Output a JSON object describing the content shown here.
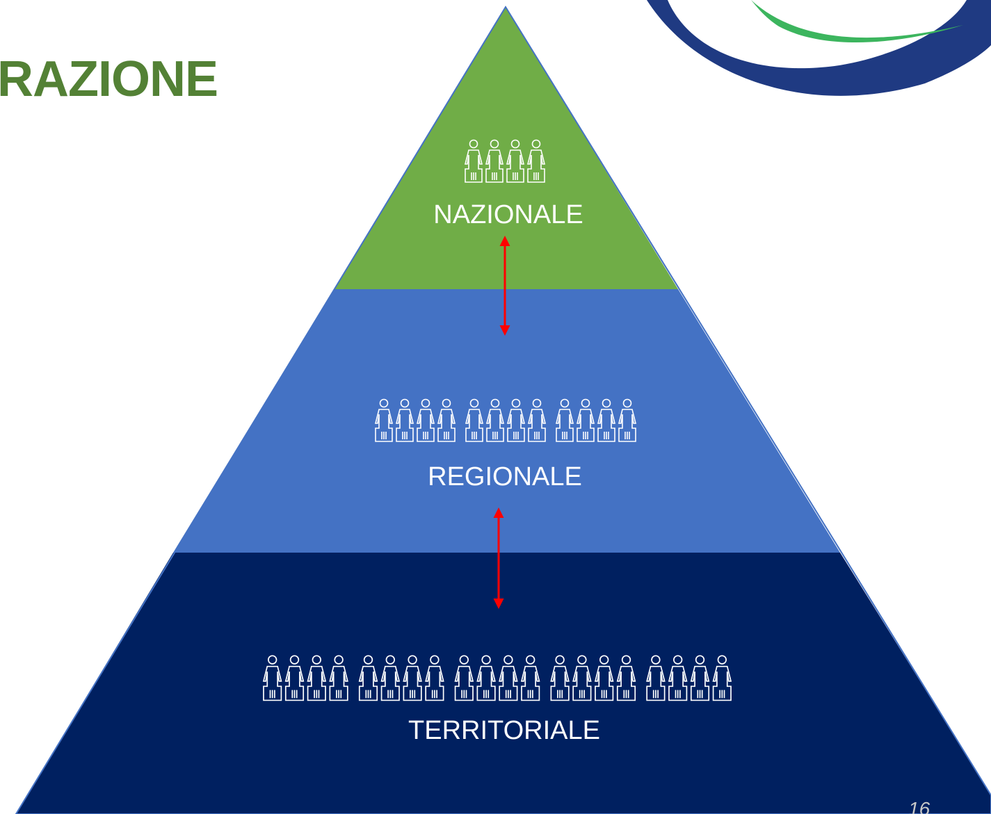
{
  "slide": {
    "title": "RAZIONE",
    "slide_number": "16"
  },
  "pyramid": {
    "tiers": [
      {
        "label": "NAZIONALE",
        "groups": 1,
        "people_per_group": 4
      },
      {
        "label": "REGIONALE",
        "groups": 3,
        "people_per_group": 4
      },
      {
        "label": "TERRITORIALE",
        "groups": 5,
        "people_per_group": 4
      }
    ],
    "connectors": 2
  },
  "colors": {
    "title": "#538135",
    "tier_national": "#70ad47",
    "tier_regional": "#4472c4",
    "tier_territorial": "#002060",
    "pyramid_outline": "#4472c4",
    "connector_arrow": "#ff0000",
    "icon_stroke": "#ffffff",
    "logo_navy": "#1f3a82",
    "logo_green": "#3cb55e"
  },
  "icons": {
    "person": "person-icon",
    "group": "people-group-icon",
    "connector": "double-arrow-icon",
    "logo": "swoosh-logo"
  }
}
